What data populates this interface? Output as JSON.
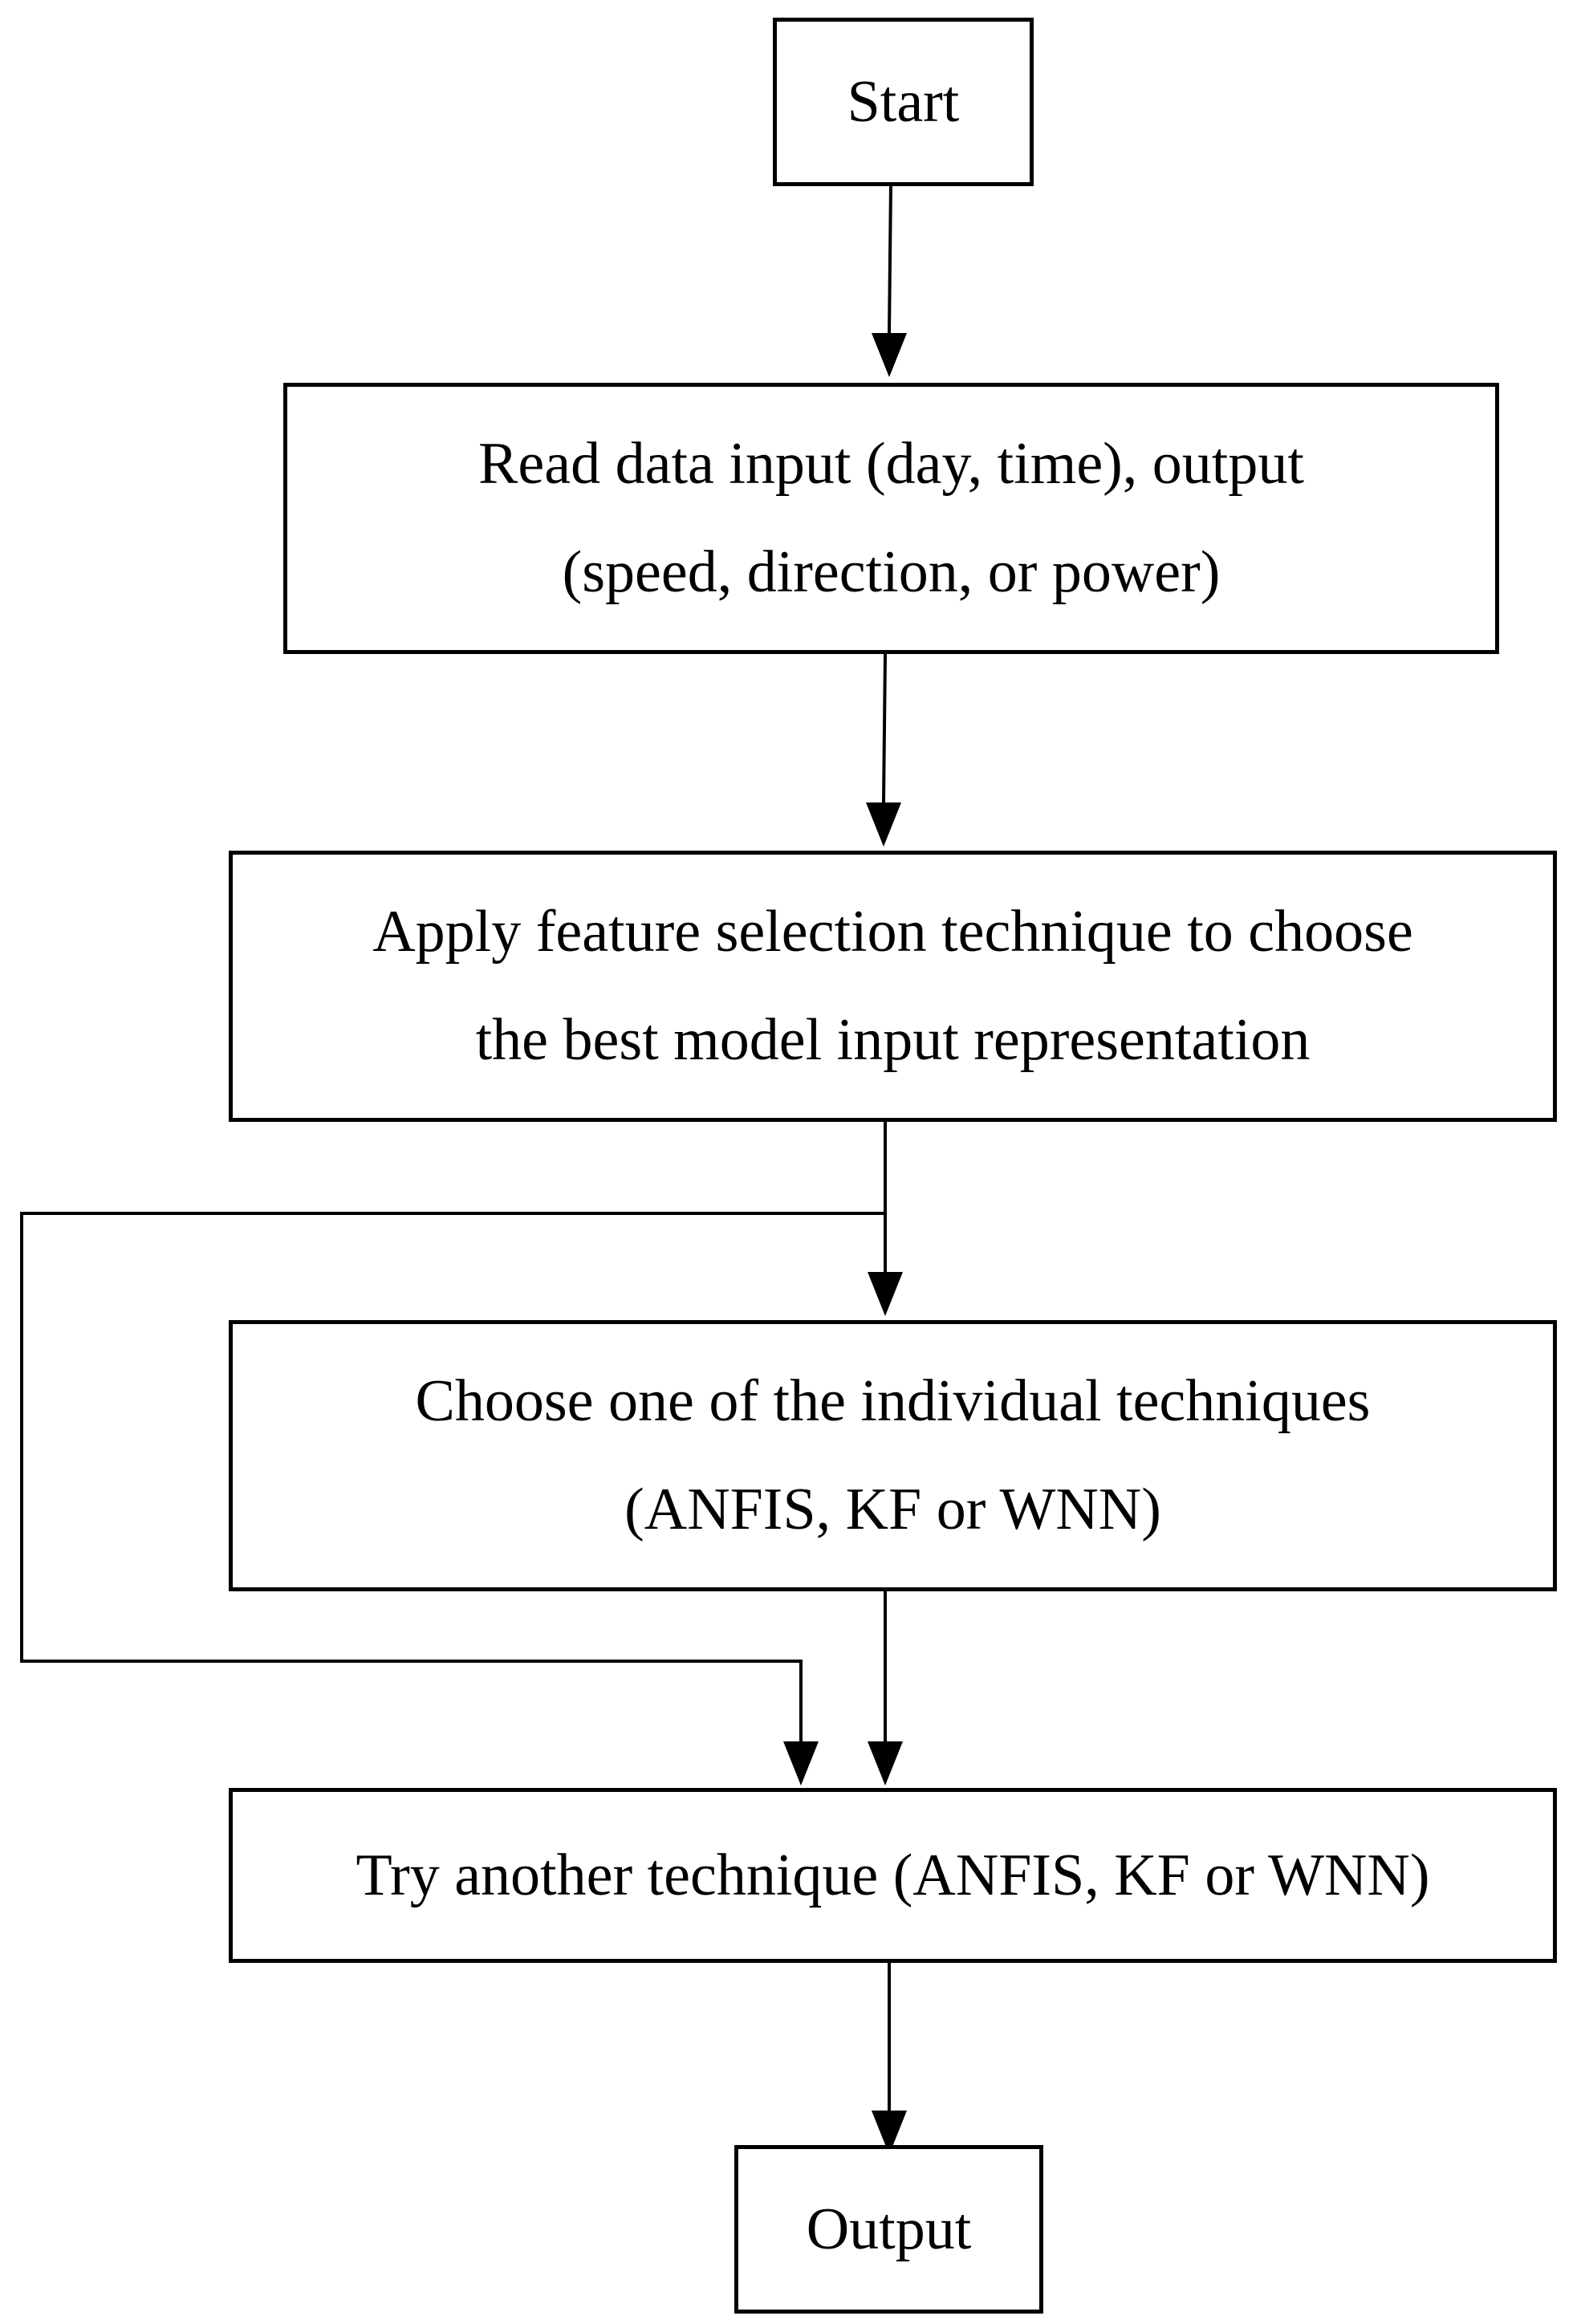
{
  "flowchart": {
    "start": {
      "label": "Start"
    },
    "read_data": {
      "line1": "Read data input (day, time), output",
      "line2": "(speed, direction, or power)"
    },
    "feature_selection": {
      "line1": "Apply feature selection technique to choose",
      "line2": "the best model input representation"
    },
    "choose_technique": {
      "line1": "Choose one of the individual techniques",
      "line2": "(ANFIS, KF or WNN)"
    },
    "try_another": {
      "label": "Try another technique (ANFIS, KF or WNN)"
    },
    "output": {
      "label": "Output"
    }
  }
}
